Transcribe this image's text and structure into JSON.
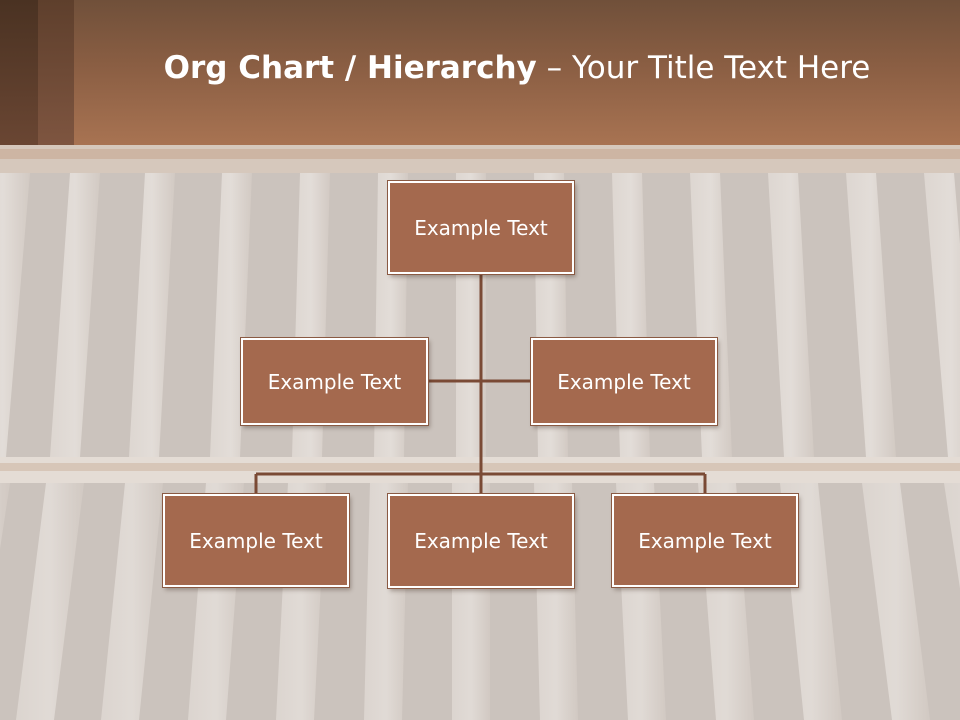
{
  "slide": {
    "title_bold": "Org Chart / Hierarchy",
    "title_dash": " – ",
    "title_rest": "Your Title Text Here"
  },
  "org_chart": {
    "root": {
      "label": "Example Text"
    },
    "assistants": [
      {
        "label": "Example Text"
      },
      {
        "label": "Example Text"
      }
    ],
    "children": [
      {
        "label": "Example Text"
      },
      {
        "label": "Example Text"
      },
      {
        "label": "Example Text"
      }
    ]
  },
  "colors": {
    "box_fill": "#a4694e",
    "box_border": "#ffffff",
    "connector": "#7a4a35",
    "header": "#8a5e43"
  }
}
